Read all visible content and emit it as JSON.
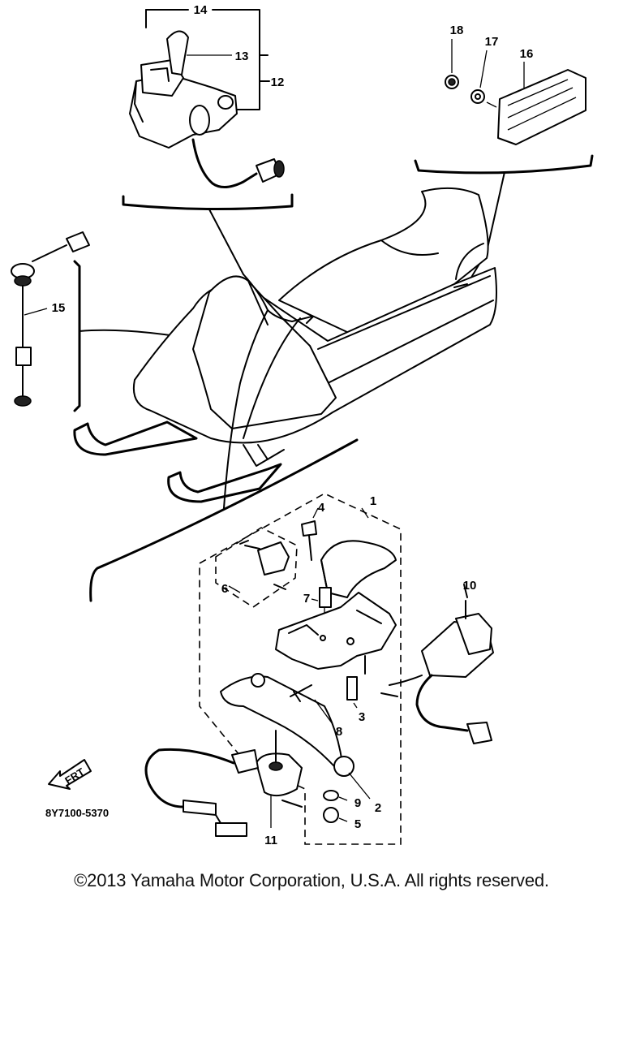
{
  "diagram": {
    "part_callouts": {
      "p1": "1",
      "p2": "2",
      "p3": "3",
      "p4": "4",
      "p5": "5",
      "p6": "6",
      "p7": "7",
      "p8": "8",
      "p9": "9",
      "p10": "10",
      "p11": "11",
      "p12": "12",
      "p13": "13",
      "p14": "14",
      "p15": "15",
      "p16": "16",
      "p17": "17",
      "p18": "18"
    },
    "frt_label": "FRT",
    "drawing_code": "8Y7100-5370"
  },
  "copyright": "©2013 Yamaha Motor Corporation, U.S.A. All rights reserved."
}
